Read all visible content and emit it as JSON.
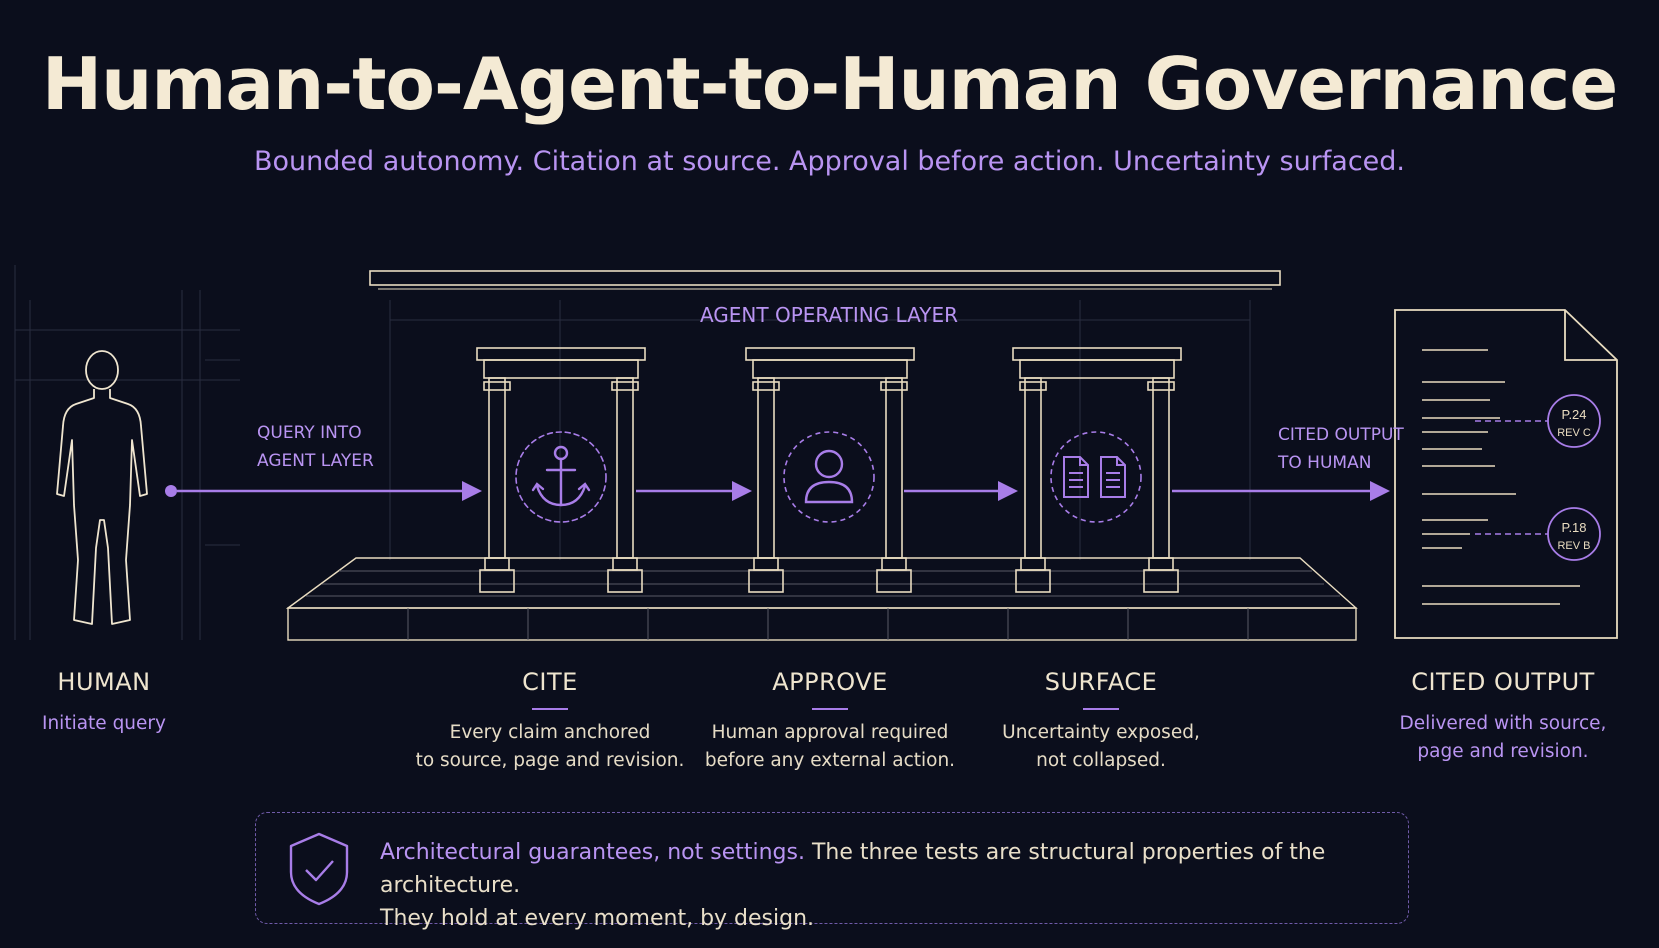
{
  "header": {
    "title": "Human-to-Agent-to-Human Governance",
    "subtitle": "Bounded autonomy. Citation at source. Approval before action. Uncertainty surfaced."
  },
  "layer_label": "AGENT OPERATING LAYER",
  "flows": {
    "query": [
      "QUERY INTO",
      "AGENT LAYER"
    ],
    "output": [
      "CITED OUTPUT",
      "TO HUMAN"
    ]
  },
  "stages": [
    {
      "id": "human",
      "label": "HUMAN",
      "desc": [
        "Initiate query"
      ],
      "icon": "human-figure-icon"
    },
    {
      "id": "cite",
      "label": "CITE",
      "desc": [
        "Every claim anchored",
        "to source, page and revision."
      ],
      "icon": "anchor-icon"
    },
    {
      "id": "approve",
      "label": "APPROVE",
      "desc": [
        "Human approval required",
        "before any external action."
      ],
      "icon": "person-icon"
    },
    {
      "id": "surface",
      "label": "SURFACE",
      "desc": [
        "Uncertainty exposed,",
        "not collapsed."
      ],
      "icon": "documents-icon"
    },
    {
      "id": "output",
      "label": "CITED OUTPUT",
      "desc": [
        "Delivered with source,",
        "page and revision."
      ],
      "icon": "document-icon"
    }
  ],
  "citations": [
    {
      "page": "P.24",
      "rev": "REV C"
    },
    {
      "page": "P.18",
      "rev": "REV B"
    }
  ],
  "guarantee": {
    "highlight": "Architectural guarantees, not settings.",
    "text": " The three tests are structural properties of the architecture.",
    "line2": "They hold at every moment, by design."
  },
  "colors": {
    "background": "#0b0e1c",
    "accent": "#a87de8",
    "line": "#e9dcc0"
  }
}
